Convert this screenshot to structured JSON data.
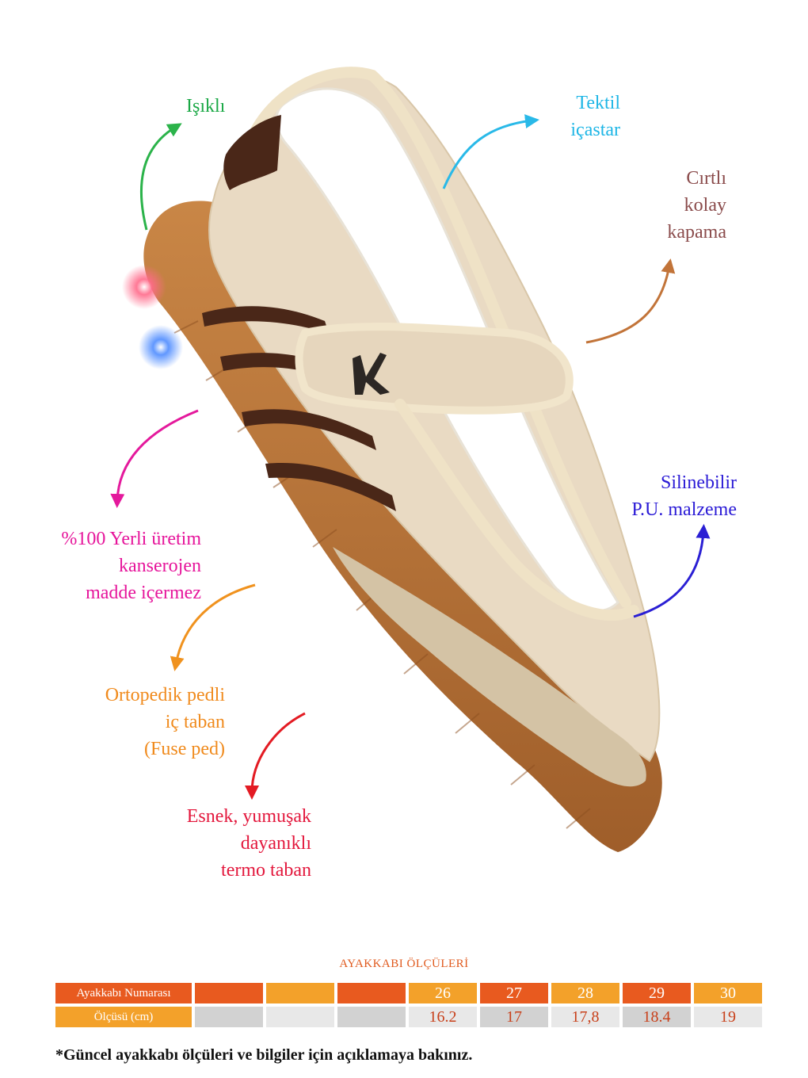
{
  "features": {
    "isikli": {
      "lines": [
        "Işıklı"
      ],
      "color": "#1aa845"
    },
    "tekstil": {
      "lines": [
        "Tektil",
        "içastar"
      ],
      "color": "#1eb6e6"
    },
    "cirtli": {
      "lines": [
        "Cırtlı",
        "kolay",
        "kapama"
      ],
      "color": "#8a4b4b"
    },
    "silinebilir": {
      "lines": [
        "Silinebilir",
        "P.U. malzeme"
      ],
      "color": "#2b1bd6"
    },
    "yerli": {
      "lines": [
        "%100 Yerli üretim",
        "kanserojen",
        "madde içermez"
      ],
      "color": "#e6159b"
    },
    "ortopedik": {
      "lines": [
        "Ortopedik pedli",
        "iç taban",
        "(Fuse ped)"
      ],
      "color": "#f08a1c"
    },
    "esnek": {
      "lines": [
        "Esnek, yumuşak",
        "dayanıklı",
        "termo  taban"
      ],
      "color": "#e3173c"
    }
  },
  "colors": {
    "arrow_green": "#2bb34a",
    "arrow_cyan": "#29b9e8",
    "arrow_brown": "#c27439",
    "arrow_blue": "#2a1fd4",
    "arrow_pink": "#e4199c",
    "arrow_orange": "#f0921e",
    "arrow_red": "#e31b23",
    "table_orange_dark": "#e85a1f",
    "table_orange_light": "#f3a12a",
    "table_gray_dark": "#d2d2d2",
    "table_gray_light": "#e8e8e8",
    "table_title": "#e05a1e",
    "table_value": "#c8401a"
  },
  "size_table": {
    "title": "AYAKKABI ÖLÇÜLERİ",
    "row1_header": "Ayakkabı Numarası",
    "row2_header": "Ölçüsü (cm)",
    "sizes": [
      "",
      "",
      "",
      "26",
      "27",
      "28",
      "29",
      "30"
    ],
    "lengths": [
      "",
      "",
      "",
      "16.2",
      "17",
      "17,8",
      "18.4",
      "19"
    ]
  },
  "footnote": "*Güncel ayakkabı ölçüleri ve bilgiler için açıklamaya bakınız."
}
